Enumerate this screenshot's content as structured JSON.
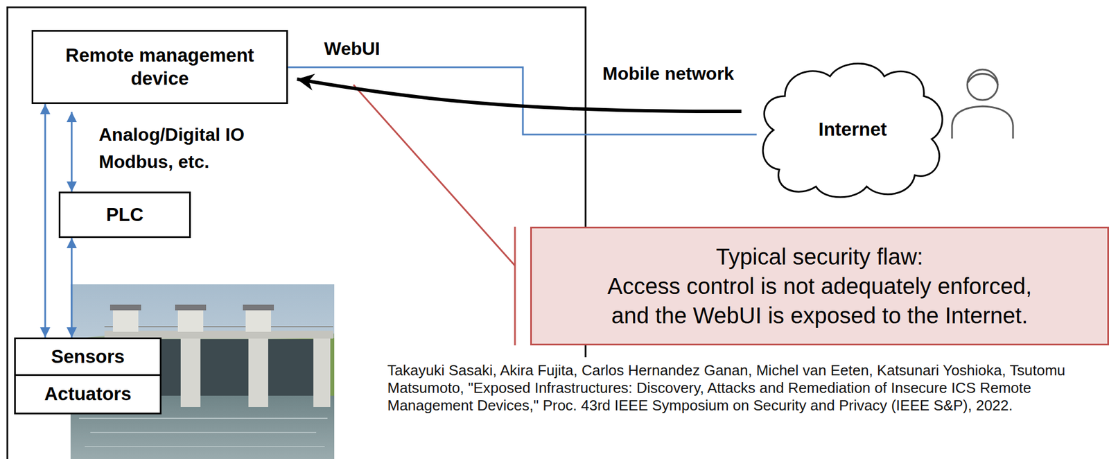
{
  "diagram": {
    "nodes": [
      {
        "text": [
          "Remote management device"
        ]
      },
      {
        "text": [
          "PLC"
        ]
      },
      {
        "text": [
          "Sensors"
        ]
      },
      {
        "text": [
          "Actuators"
        ]
      },
      {
        "text": [
          "Internet"
        ]
      },
      {
        "text": [
          "Typical security flaw:",
          "Access control is not adequately enforced, and the WebUI is exposed to the Internet."
        ]
      }
    ],
    "edges": [
      {
        "from": 0,
        "to": 2,
        "arrow": "both"
      },
      {
        "from": 0,
        "to": 1,
        "arrow": "both",
        "label": "Analog/Digital IO Modbus, etc."
      },
      {
        "from": 1,
        "to": 2,
        "arrow": "both"
      },
      {
        "from": 0,
        "to": 4,
        "arrow": "none",
        "label": "WebUI"
      },
      {
        "from": 4,
        "to": 0,
        "arrow": "to",
        "label": "Mobile network"
      }
    ],
    "labels": [
      "Takayuki Sasaki, Akira Fujita, Carlos Hernandez Ganan, Michel van Eeten, Katsunari Yoshioka, Tsutomu Matsumoto, \"Exposed Infrastructures: Discovery, Attacks and Remediation of Insecure ICS Remote Management Devices,\" Proc. 43rd IEEE Symposium on Security and Privacy (IEEE S&P), 2022."
    ]
  }
}
